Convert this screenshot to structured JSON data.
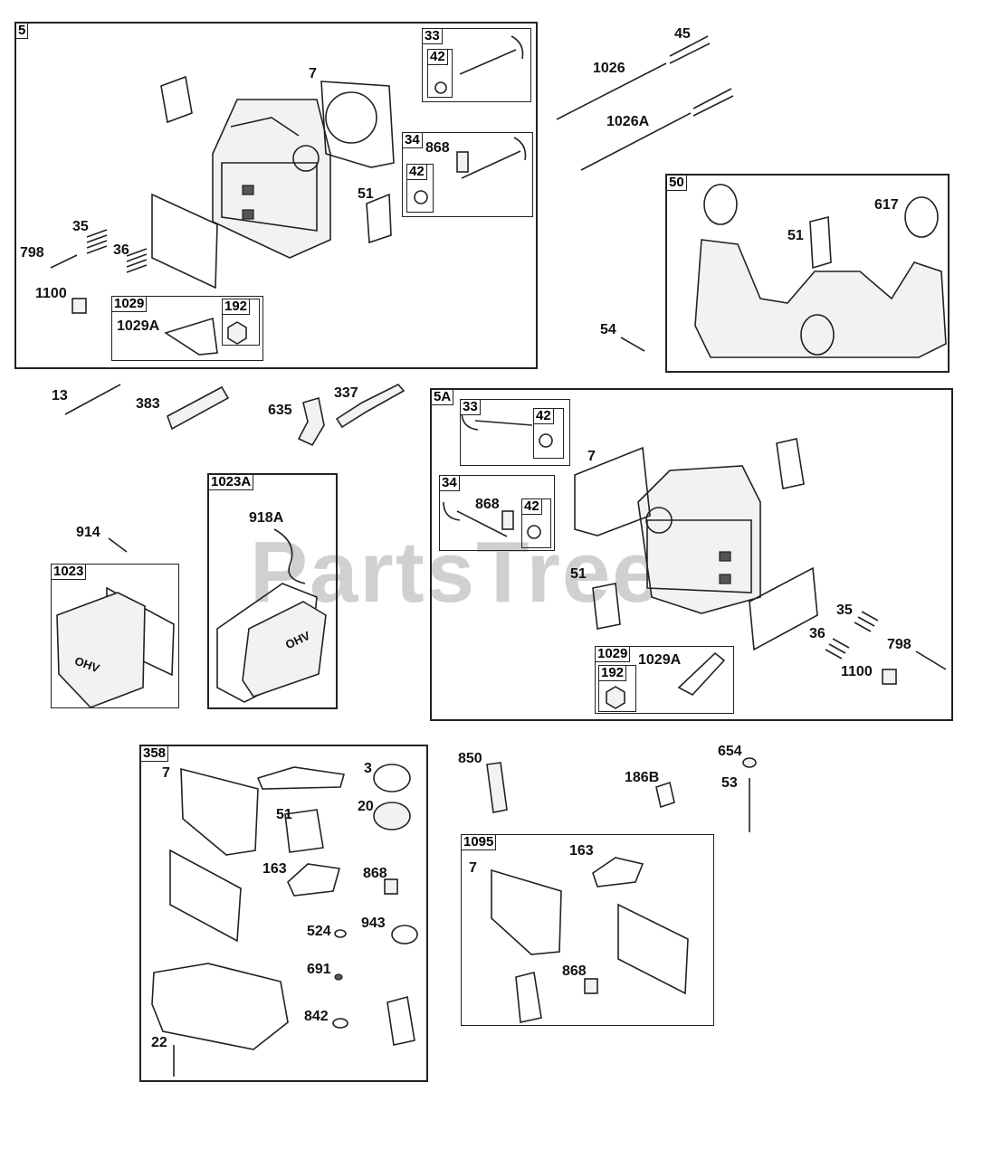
{
  "watermark": "PartsTree",
  "callouts": {
    "b5": "5",
    "b33": "33",
    "b42a": "42",
    "b34": "34",
    "b42b": "42",
    "b1029": "1029",
    "b192": "192",
    "b50": "50",
    "b5A": "5A",
    "b33b": "33",
    "b42c": "42",
    "b34b": "34",
    "b42d": "42",
    "b1029b": "1029",
    "b192b": "192",
    "b1023A": "1023A",
    "b1023": "1023",
    "b358": "358",
    "b1095": "1095",
    "l7a": "7",
    "l868a": "868",
    "l51a": "51",
    "l35a": "35",
    "l36a": "36",
    "l798a": "798",
    "l1100a": "1100",
    "l1029Aa": "1029A",
    "l45": "45",
    "l1026": "1026",
    "l1026A": "1026A",
    "l51b": "51",
    "l617": "617",
    "l54": "54",
    "l13": "13",
    "l383": "383",
    "l635": "635",
    "l337": "337",
    "l7b": "7",
    "l868b": "868",
    "l51c": "51",
    "l35b": "35",
    "l36b": "36",
    "l798b": "798",
    "l1100b": "1100",
    "l1029Ab": "1029A",
    "l914": "914",
    "l918A": "918A",
    "l7c": "7",
    "l3": "3",
    "l20": "20",
    "l51d": "51",
    "l163a": "163",
    "l868c": "868",
    "l524": "524",
    "l943": "943",
    "l691": "691",
    "l842": "842",
    "l22": "22",
    "l850": "850",
    "l654": "654",
    "l186B": "186B",
    "l53": "53",
    "l7d": "7",
    "l163b": "163",
    "l868d": "868"
  },
  "parts": {
    "valve_cover_logo": "OHV"
  }
}
